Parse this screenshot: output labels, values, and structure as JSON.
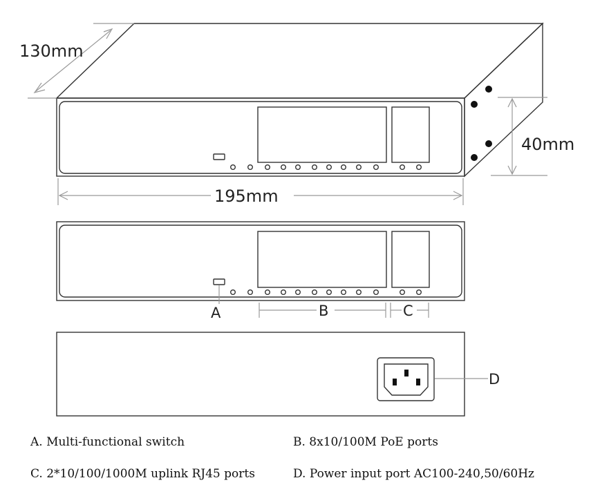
{
  "dimensions": {
    "depth": "130mm",
    "width": "195mm",
    "height": "40mm"
  },
  "callouts": {
    "a": "A",
    "b": "B",
    "c": "C",
    "d": "D"
  },
  "legend": [
    {
      "text": "A. Multi-functional switch"
    },
    {
      "text": "B. 8x10/100M PoE ports"
    },
    {
      "text": "C. 2*10/100/1000M uplink RJ45 ports"
    },
    {
      "text": "D. Power input port AC100-240,50/60Hz"
    }
  ],
  "colors": {
    "line": "#333333",
    "dimension_line": "#999999",
    "background": "#ffffff"
  }
}
